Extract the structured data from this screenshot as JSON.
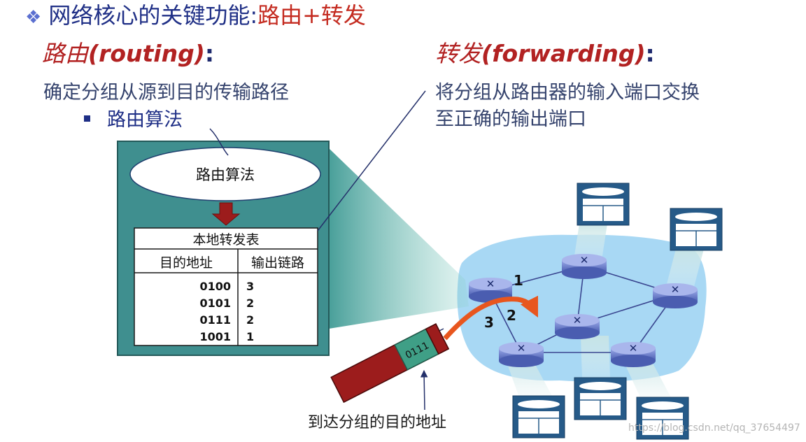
{
  "title": {
    "prefix": "网络核心的关键功能:",
    "highlight": "路由+转发",
    "bullet_icon": "diamond-bullet-icon"
  },
  "routing": {
    "head_cn": "路由",
    "head_en": "(routing)",
    "colon": ":",
    "desc": "确定分组从源到目的传输路径",
    "bullet": "路由算法"
  },
  "forwarding": {
    "head_cn": "转发",
    "head_en": "(forwarding)",
    "colon": ":",
    "desc_line1": "将分组从路由器的输入端口交换",
    "desc_line2": "至正确的输出端口"
  },
  "router_box": {
    "algorithm_label": "路由算法",
    "table_title": "本地转发表",
    "col_dest": "目的地址",
    "col_link": "输出链路",
    "rows": [
      {
        "dest": "0100",
        "link": "3"
      },
      {
        "dest": "0101",
        "link": "2"
      },
      {
        "dest": "0111",
        "link": "2"
      },
      {
        "dest": "1001",
        "link": "1"
      }
    ]
  },
  "network": {
    "link_labels": [
      "1",
      "2",
      "3"
    ]
  },
  "packet": {
    "header_value": "0111",
    "caption": "到达分组的目的地址"
  },
  "colors": {
    "title_blue": "#1f2f86",
    "accent_red": "#c42b20",
    "box_teal": "#3f8f8f",
    "cloud_blue": "#a8d8f4",
    "packet_red": "#9c1c1c",
    "packet_green": "#3f9f86",
    "arrow_orange": "#e8561e"
  },
  "watermark": "https://blog.csdn.net/qq_37654497"
}
